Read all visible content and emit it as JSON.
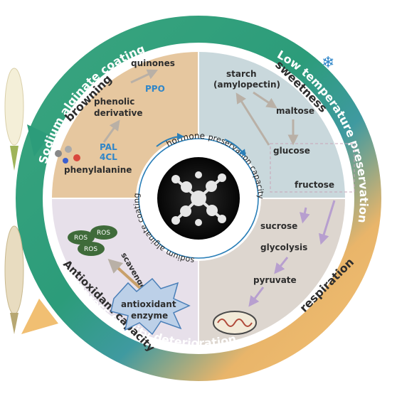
{
  "outer_ring": {
    "top_label": "Sodium alginate coating",
    "right_label": "Low temperature preservation",
    "bottom_label": "Suppress quality deterioration"
  },
  "inner_ring": {
    "top": "hormone",
    "right": "preservation capacity",
    "left_bottom": "sodium alginate coating"
  },
  "quadrants": {
    "browning": {
      "title": "browning",
      "items": [
        "quinones",
        "phenolic",
        "derivative",
        "phenylalanine"
      ],
      "enzymes": [
        "PPO",
        "PAL",
        "4CL"
      ]
    },
    "sweetness": {
      "title": "sweetness",
      "items": [
        "starch",
        "(amylopectin)",
        "maltose",
        "glucose",
        "fructose"
      ]
    },
    "respiration": {
      "title": "respiration",
      "items": [
        "sucrose",
        "glycolysis",
        "pyruvate"
      ]
    },
    "antioxidant": {
      "title": "Antioxidant capacity",
      "ros": [
        "ROS",
        "ROS",
        "ROS"
      ],
      "scavenge": "scavenge",
      "enzyme": [
        "antioxidant",
        "enzyme"
      ]
    }
  },
  "colors": {
    "ring_green": "#2c9c7a",
    "ring_orange": "#e8b468",
    "browning_bg": "#e6c79f",
    "sweet_bg": "#c9d8dc",
    "resp_bg": "#ddd6cf",
    "antiox_bg": "#e7e0ea",
    "enzyme_blue": "#2f86c9"
  }
}
